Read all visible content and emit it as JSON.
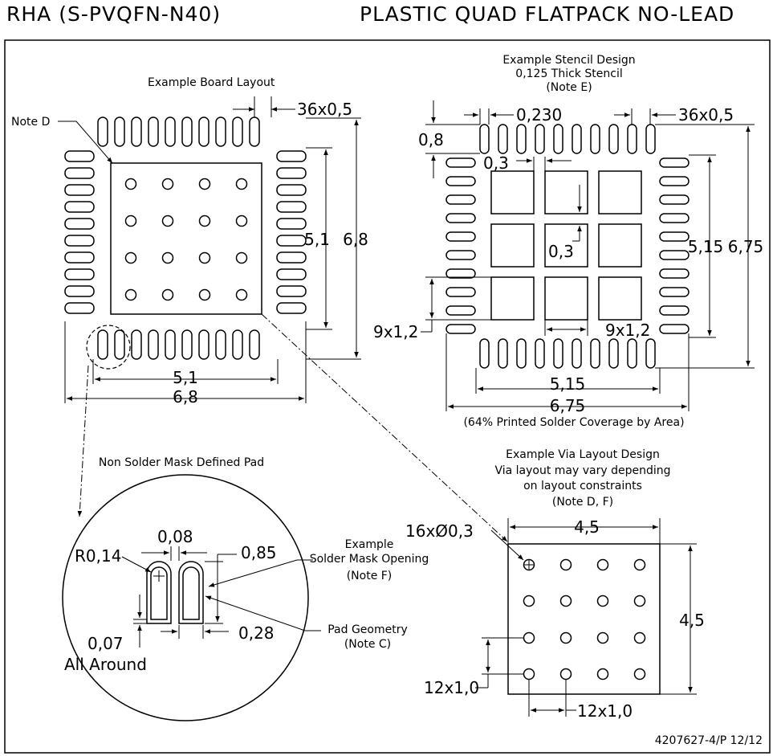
{
  "header": {
    "left": "RHA (S-PVQFN-N40)",
    "right": "PLASTIC QUAD FLATPACK NO-LEAD"
  },
  "board": {
    "title": "Example Board Layout",
    "note_d": "Note D",
    "pitch": "36x0,5",
    "inner_v": "5,1",
    "outer_v": "6,8",
    "inner_h": "5,1",
    "outer_h": "6,8"
  },
  "stencil": {
    "title_1": "Example Stencil Design",
    "title_2": "0,125 Thick Stencil",
    "title_3": "(Note E)",
    "d_0_8": "0,8",
    "d_0_230": "0,230",
    "d_0_3_h": "0,3",
    "pitch": "36x0,5",
    "d_0_3_v": "0,3",
    "inner_v": "5,15",
    "outer_v": "6,75",
    "side_pitch": "9x1,2",
    "bottom_pitch": "9x1,2",
    "inner_h": "5,15",
    "outer_h": "6,75",
    "coverage": "(64% Printed Solder Coverage by Area)"
  },
  "detail": {
    "title": "Non Solder Mask Defined Pad",
    "r": "R0,14",
    "gap": "0,08",
    "len": "0,85",
    "width": "0,28",
    "clear": "0,07",
    "all_around": "All Around",
    "mask_1": "Example",
    "mask_2": "Solder Mask Opening",
    "mask_3": "(Note F)",
    "pad_1": "Pad Geometry",
    "pad_2": "(Note C)"
  },
  "via": {
    "title_1": "Example Via Layout Design",
    "title_2": "Via layout may vary depending",
    "title_3": "on layout constraints",
    "title_4": "(Note D, F)",
    "holes": "16xØ0,3",
    "width": "4,5",
    "height": "4,5",
    "v_pitch": "12x1,0",
    "h_pitch": "12x1,0"
  },
  "footer": {
    "code": "4207627-4/P  12/12"
  }
}
